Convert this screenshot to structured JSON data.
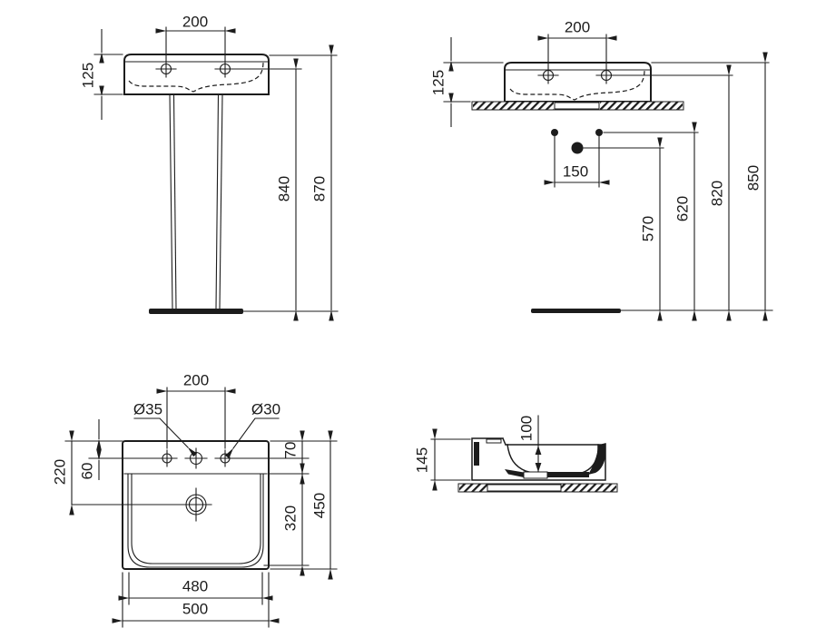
{
  "drawing": {
    "background_color": "#ffffff",
    "line_color": "#1c1c1c",
    "views": {
      "front_pedestal": {
        "dims": {
          "tap_centres": "200",
          "rim_depth": "125",
          "tap_height": "840",
          "overall_height": "870"
        }
      },
      "front_wall": {
        "dims": {
          "tap_centres": "200",
          "rim_depth": "125",
          "fixing_centres": "150",
          "waste_height": "570",
          "fixing_height": "620",
          "tap_height": "820",
          "overall_height": "850"
        }
      },
      "plan": {
        "dims": {
          "tap_centres": "200",
          "centre_taphole_dia": "Ø35",
          "outer_taphole_dia": "Ø30",
          "back_to_taps": "60",
          "back_to_waste": "220",
          "back_ledge": "70",
          "bowl_depth": "320",
          "overall_depth": "450",
          "bowl_width": "480",
          "overall_width": "500"
        }
      },
      "side": {
        "dims": {
          "bowl_inner_depth": "100",
          "body_height": "145"
        }
      }
    }
  }
}
